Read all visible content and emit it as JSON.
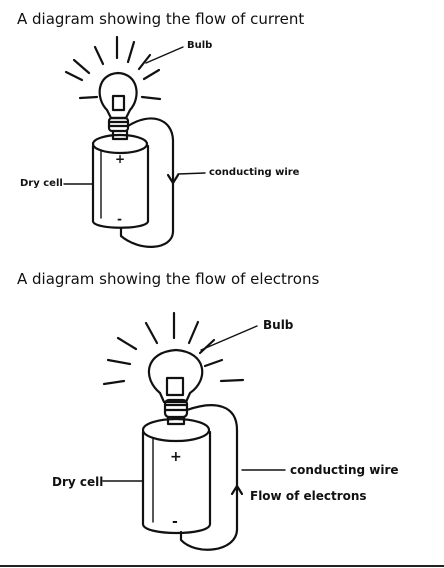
{
  "diagram1": {
    "title": "A diagram showing the flow of current",
    "labels": {
      "bulb": "Bulb",
      "dry_cell": "Dry cell",
      "conducting_wire": "conducting wire",
      "plus": "+",
      "minus": "-"
    }
  },
  "diagram2": {
    "title": "A diagram showing the flow of electrons",
    "labels": {
      "bulb": "Bulb",
      "dry_cell": "Dry cell",
      "conducting_wire": "conducting wire",
      "flow_of_electrons": "Flow of electrons",
      "plus": "+",
      "minus": "-"
    }
  },
  "colors": {
    "ink": "#111111",
    "background": "#ffffff"
  }
}
